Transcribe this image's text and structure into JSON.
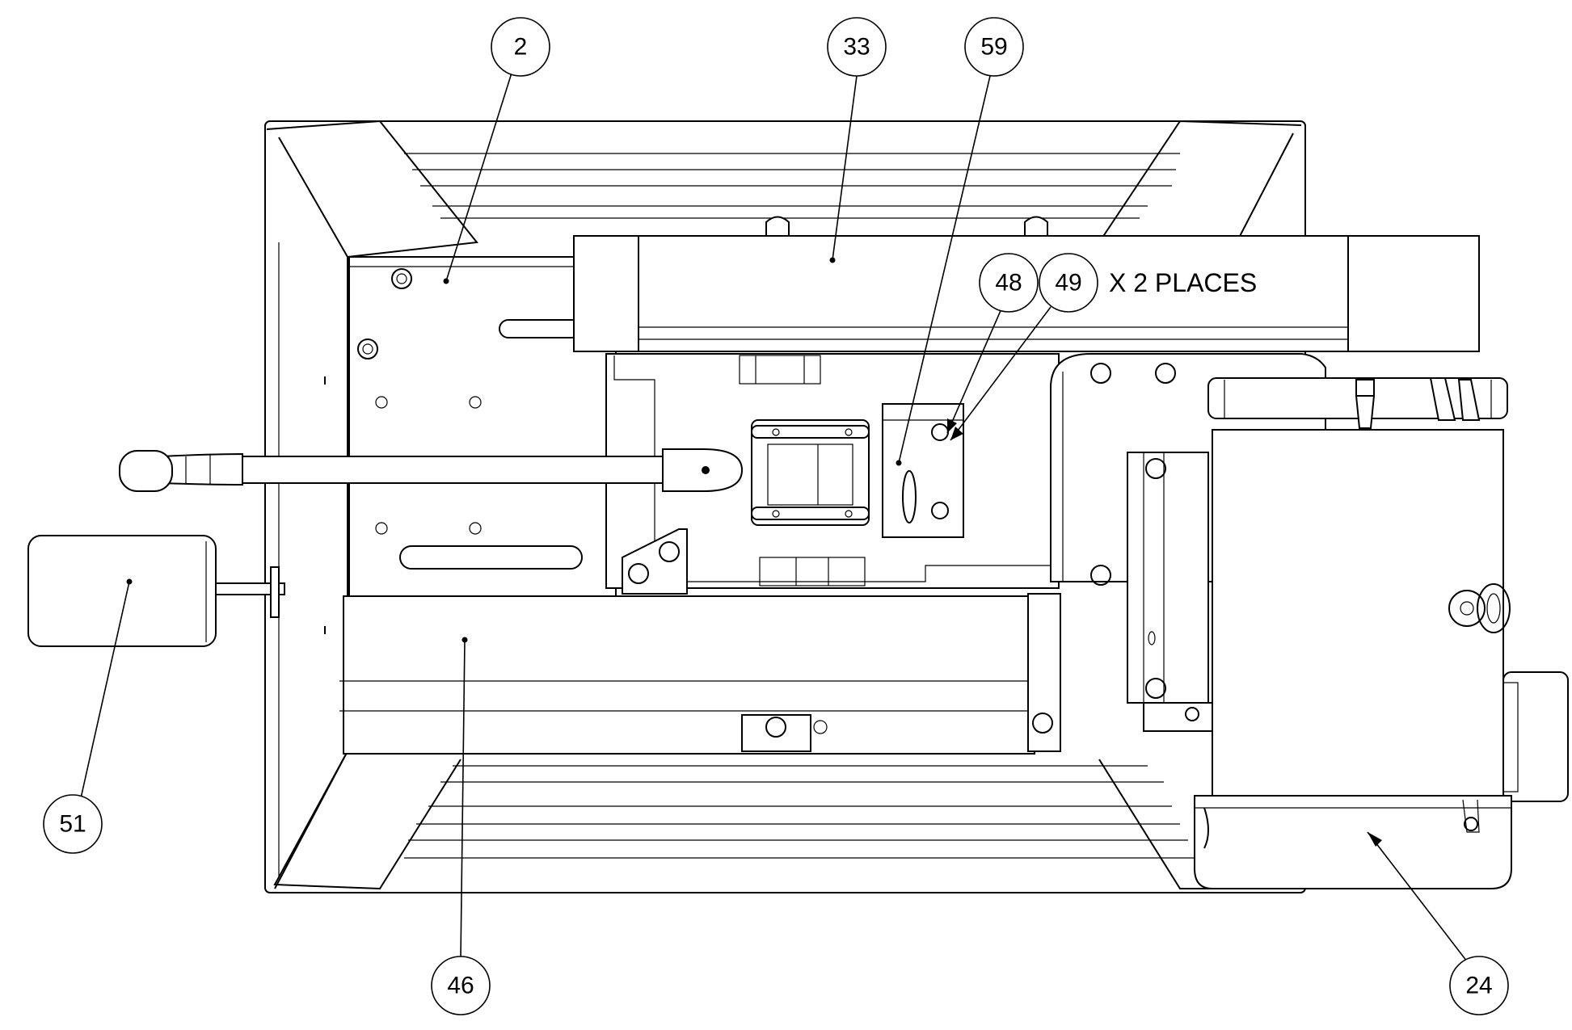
{
  "balloons": [
    {
      "id": "b2",
      "label": "2",
      "part": "base-plate"
    },
    {
      "id": "b33",
      "label": "33",
      "part": "upper-rail-cover"
    },
    {
      "id": "b59",
      "label": "59",
      "part": "bracket"
    },
    {
      "id": "b48",
      "label": "48",
      "part": "screw"
    },
    {
      "id": "b49",
      "label": "49",
      "part": "washer"
    },
    {
      "id": "b51",
      "label": "51",
      "part": "foot-pedal"
    },
    {
      "id": "b46",
      "label": "46",
      "part": "lower-rail-cover"
    },
    {
      "id": "b24",
      "label": "24",
      "part": "motor"
    }
  ],
  "note": "X 2 PLACES"
}
